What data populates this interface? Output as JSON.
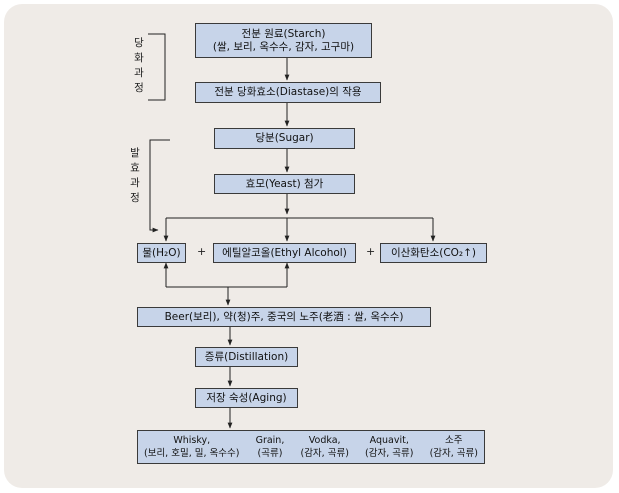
{
  "side_labels": {
    "saccharification": "당화과정",
    "fermentation": "발효과정"
  },
  "boxes": {
    "starch_line1": "전분 원료(Starch)",
    "starch_line2": "(쌀, 보리, 옥수수, 감자, 고구마)",
    "diastase": "전분 당화효소(Diastase)의 작용",
    "sugar": "당분(Sugar)",
    "yeast": "효모(Yeast) 첨가",
    "water": "물(H₂O)",
    "ethyl": "에틸알코올(Ethyl Alcohol)",
    "co2": "이산화탄소(CO₂↑)",
    "beer": "Beer(보리), 약(청)주, 중국의 노주(老酒 : 쌀, 옥수수)",
    "distill": "증류(Distillation)",
    "aging": "저장 숙성(Aging)"
  },
  "plus_sign": "+",
  "products": [
    {
      "name": "Whisky,",
      "source": "(보리, 호밀, 밀, 옥수수)"
    },
    {
      "name": "Grain,",
      "source": "(곡류)"
    },
    {
      "name": "Vodka,",
      "source": "(감자, 곡류)"
    },
    {
      "name": "Aquavit,",
      "source": "(감자, 곡류)"
    },
    {
      "name": "소주",
      "source": "(감자, 곡류)"
    }
  ]
}
